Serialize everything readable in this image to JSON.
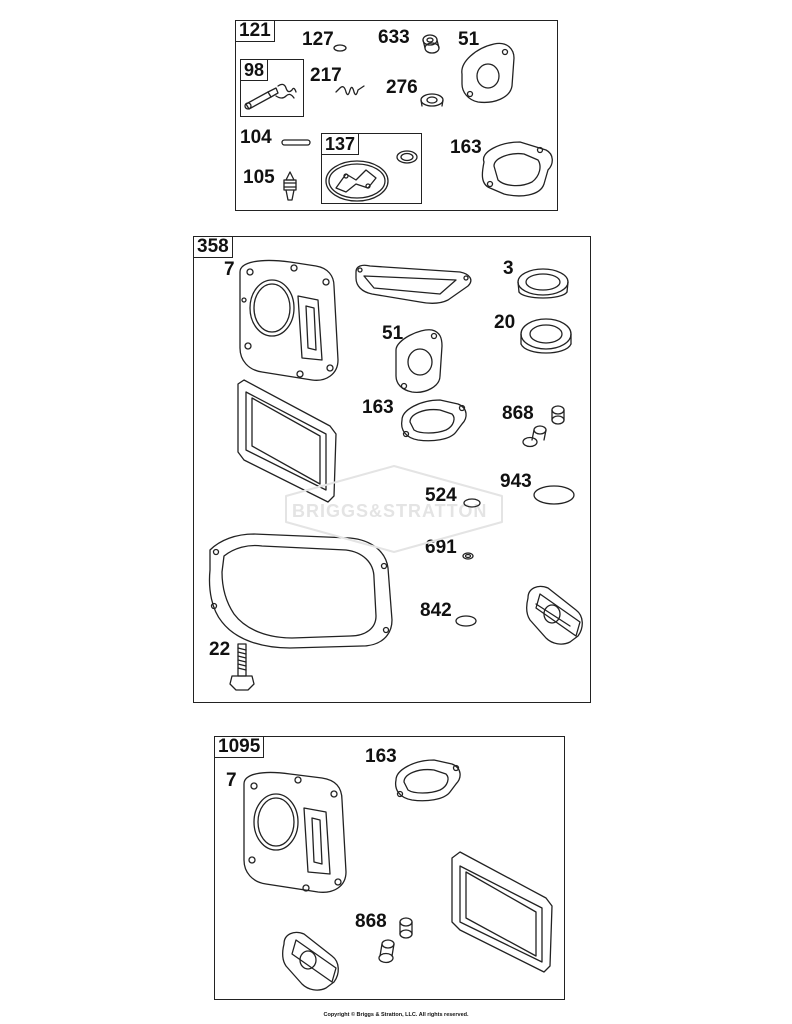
{
  "kits": [
    {
      "id": "121",
      "subkits": [
        {
          "id": "98"
        },
        {
          "id": "137"
        }
      ],
      "parts": [
        "127",
        "633",
        "51",
        "217",
        "276",
        "104",
        "163",
        "105"
      ]
    },
    {
      "id": "358",
      "parts": [
        "7",
        "3",
        "51",
        "20",
        "163",
        "868",
        "943",
        "524",
        "691",
        "842",
        "22"
      ]
    },
    {
      "id": "1095",
      "parts": [
        "163",
        "7",
        "868"
      ]
    }
  ],
  "watermark": "BRIGGS&STRATTON",
  "footer": {
    "copyright": "Copyright © Briggs & Stratton, LLC. All rights reserved."
  },
  "colors": {
    "line": "#222222",
    "watermark": "#e4e4e4",
    "background": "#ffffff"
  }
}
